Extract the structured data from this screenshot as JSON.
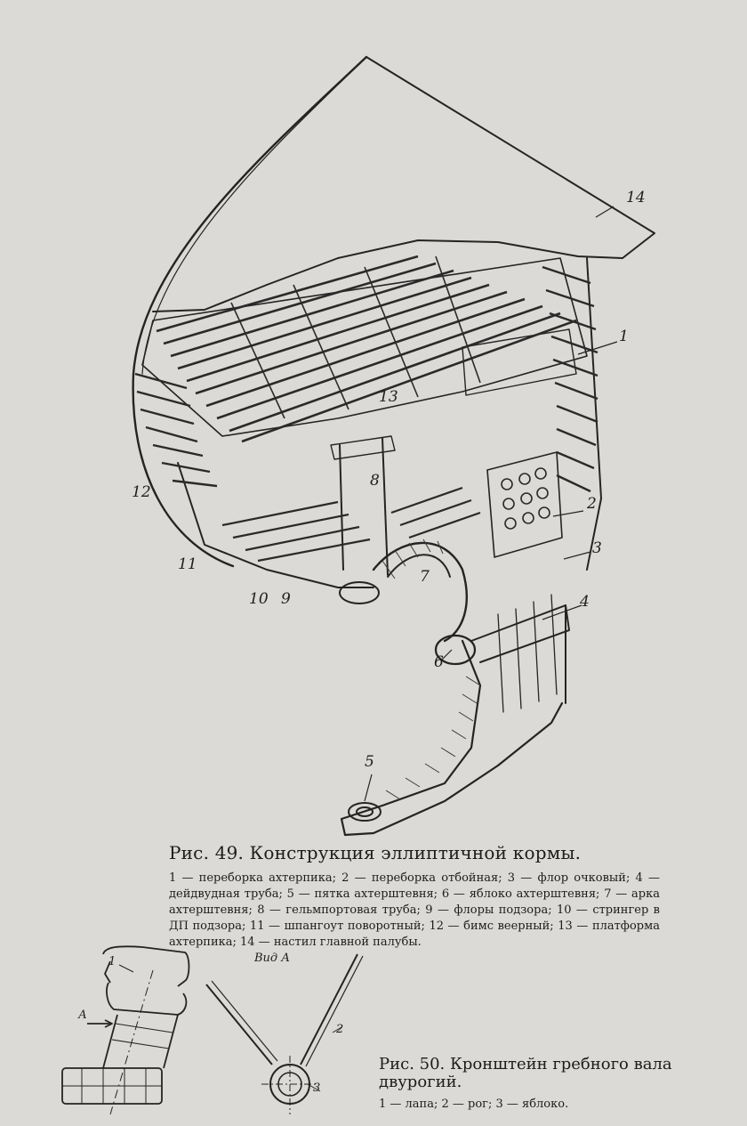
{
  "figure49": {
    "callouts": {
      "c1": "1",
      "c2": "2",
      "c3": "3",
      "c4": "4",
      "c5": "5",
      "c6": "6",
      "c7": "7",
      "c8": "8",
      "c9": "9",
      "c10": "10",
      "c11": "11",
      "c12": "12",
      "c13": "13",
      "c14": "14"
    },
    "caption_title": "Рис. 49. Конструкция эллиптичной кормы.",
    "legend": "1 — переборка ахтерпика; 2 — переборка отбойная; 3 — флор очковый; 4 — дейдвудная труба; 5 — пятка ахтерштевня; 6 — яблоко ахтерштевня; 7 — арка ахтерштевня; 8 — гельмпортовая труба; 9 — флоры подзора; 10 — стрингер в ДП подзора; 11 — шпангоут поворотный; 12 — бимс веерный; 13 — платформа ахтерпика; 14 — настил главной палубы."
  },
  "figure50": {
    "callouts": {
      "c1": "1",
      "c2": "2",
      "c3": "3",
      "arrowA": "А",
      "viewA": "Вид А"
    },
    "caption_title": "Рис. 50. Кронштейн гребного вала двурогий.",
    "legend": "1 — лапа; 2 — рог; 3 — яблоко."
  }
}
